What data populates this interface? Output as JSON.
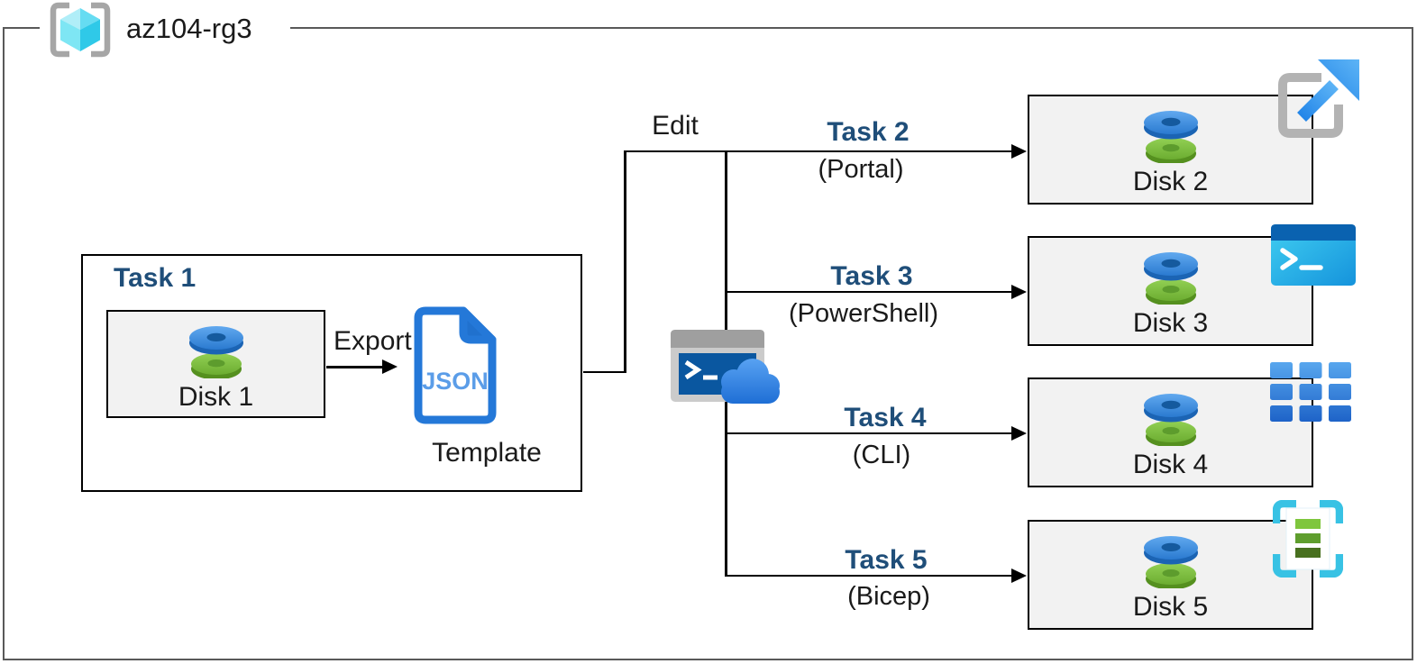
{
  "diagram": {
    "resource_group": {
      "name": "az104-rg3",
      "icon": "resource-group-icon"
    },
    "task1": {
      "title": "Task 1",
      "disk_label": "Disk 1",
      "disk_icon": "managed-disk-icon",
      "export_label": "Export",
      "template_file_type": "JSON",
      "template_label": "Template",
      "template_icon": "json-file-icon"
    },
    "edit_label": "Edit",
    "cloud_shell_icon": "cloud-shell-icon",
    "branches": [
      {
        "task": "Task 2",
        "method": "(Portal)",
        "disk": "Disk 2",
        "tool_icon": "azure-portal-icon"
      },
      {
        "task": "Task 3",
        "method": "(PowerShell)",
        "disk": "Disk 3",
        "tool_icon": "powershell-icon"
      },
      {
        "task": "Task 4",
        "method": "(CLI)",
        "disk": "Disk 4",
        "tool_icon": "azure-cli-icon"
      },
      {
        "task": "Task 5",
        "method": "(Bicep)",
        "disk": "Disk 5",
        "tool_icon": "bicep-template-icon"
      }
    ],
    "colors": {
      "task_heading": "#1f4e79",
      "disk_box_fill": "#f2f2f2",
      "outer_border": "#595959",
      "connector": "#000000",
      "azure_blue": "#2478d8"
    }
  }
}
